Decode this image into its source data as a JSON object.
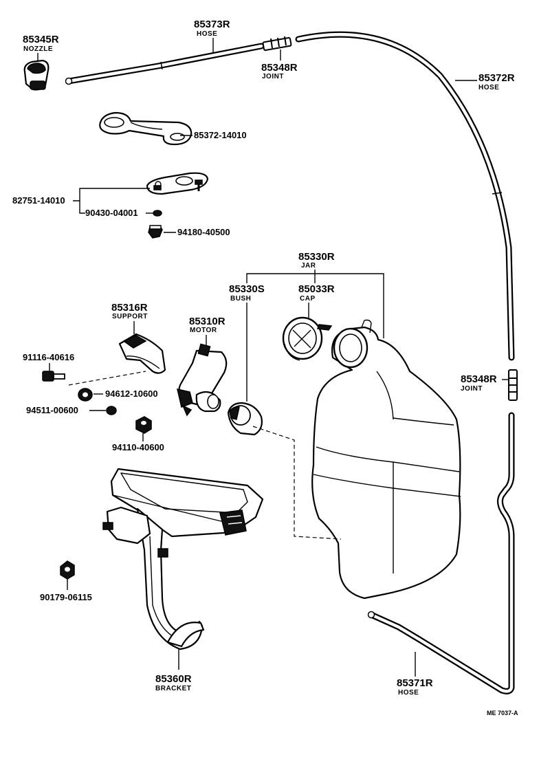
{
  "parts": {
    "nozzle": {
      "number": "85345R",
      "name": "NOZZLE"
    },
    "hose_top": {
      "number": "85373R",
      "name": "HOSE"
    },
    "joint_top": {
      "number": "85348R",
      "name": "JOINT"
    },
    "hose_long": {
      "number": "85372R",
      "name": "HOSE"
    },
    "hose_guide": {
      "number": "85372-14010"
    },
    "plate": {
      "number": "82751-14010"
    },
    "plate_nut": {
      "number": "90430-04001"
    },
    "grommet": {
      "number": "94180-40500"
    },
    "jar": {
      "number": "85330R",
      "name": "JAR"
    },
    "bush": {
      "number": "85330S",
      "name": "BUSH"
    },
    "cap": {
      "number": "85033R",
      "name": "CAP"
    },
    "support": {
      "number": "85316R",
      "name": "SUPPORT"
    },
    "motor": {
      "number": "85310R",
      "name": "MOTOR"
    },
    "bolt": {
      "number": "91116-40616"
    },
    "washer": {
      "number": "94612-10600"
    },
    "nut_small": {
      "number": "94511-00600"
    },
    "nut_mid": {
      "number": "94110-40600"
    },
    "joint_right": {
      "number": "85348R",
      "name": "JOINT"
    },
    "nut_left": {
      "number": "90179-06115"
    },
    "bracket": {
      "number": "85360R",
      "name": "BRACKET"
    },
    "hose_bottom": {
      "number": "85371R",
      "name": "HOSE"
    }
  },
  "footer": {
    "code": "ME 7037-A"
  }
}
